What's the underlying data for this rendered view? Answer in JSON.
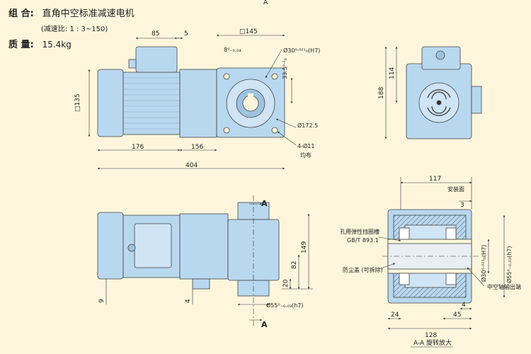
{
  "header": {
    "combo_label": "组 合:",
    "combo_value": "直角中空标准减速电机",
    "ratio_note": "(减速比: 1 : 3~150)",
    "mass_label": "质 量:",
    "mass_value": "15.4kg"
  },
  "top_marker": "A",
  "colors": {
    "body": "#b8d8ef",
    "outline": "#444444",
    "dim": "#333333",
    "hatch": "#555555"
  },
  "front_view": {
    "dims": {
      "d85": "85",
      "d5": "5",
      "d145": "□145",
      "d8": "8⁰₋₀.₀₄",
      "bore": "Ø30⁰·⁰²¹₀(H7)",
      "d33": "33.3⁰·²₀",
      "d135": "□135",
      "d172": "Ø172.5",
      "holes": "4-Ø11",
      "holes_note": "均布",
      "d176": "176",
      "d156": "156",
      "d404": "404"
    }
  },
  "side_view": {
    "dims": {
      "d114": "114",
      "d188": "188"
    }
  },
  "bottom_view": {
    "section_mark": "A",
    "dims": {
      "d149": "149",
      "d82": "82",
      "d20": "20",
      "d9": "9",
      "d4": "4",
      "shaft": "Ø55⁰₋₀.₀₃(h7)"
    }
  },
  "section_view": {
    "labels": {
      "mount_face": "安装面",
      "retaining_ring": "孔用弹性挡圈槽",
      "standard": "GB/T 893.1",
      "dust_cover": "防尘盖 (可拆除)",
      "hollow_end": "中空轴输出端",
      "caption": "A-A 旋转放大"
    },
    "dims": {
      "d117": "117",
      "d3": "3",
      "bore": "Ø30⁰·⁰²¹₀(H7)",
      "shaft": "Ø55⁰₋₀.₀₃(h7)",
      "d4": "4",
      "d24": "24",
      "d45": "45",
      "d128": "128"
    }
  }
}
